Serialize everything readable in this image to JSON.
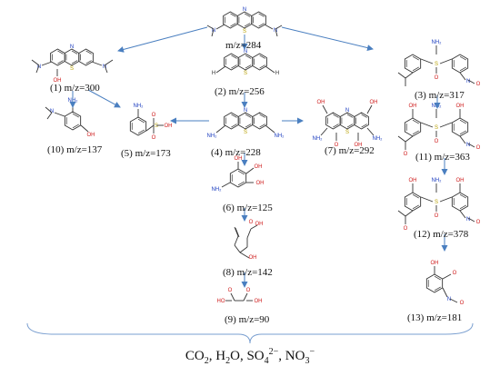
{
  "diagram": {
    "compounds": [
      {
        "id": "mb",
        "label": "m/z=284"
      },
      {
        "id": "c1",
        "label": "(1) m/z=300"
      },
      {
        "id": "c2",
        "label": "(2) m/z=256"
      },
      {
        "id": "c3",
        "label": "(3) m/z=317"
      },
      {
        "id": "c4",
        "label": "(4) m/z=228"
      },
      {
        "id": "c5",
        "label": "(5) m/z=173"
      },
      {
        "id": "c6",
        "label": "(6) m/z=125"
      },
      {
        "id": "c7",
        "label": "(7) m/z=292"
      },
      {
        "id": "c8",
        "label": "(8) m/z=142"
      },
      {
        "id": "c9",
        "label": "(9) m/z=90"
      },
      {
        "id": "c10",
        "label": "(10) m/z=137"
      },
      {
        "id": "c11",
        "label": "(11) m/z=363"
      },
      {
        "id": "c12",
        "label": "(12) m/z=378"
      },
      {
        "id": "c13",
        "label": "(13) m/z=181"
      }
    ],
    "final_products": {
      "co2": "CO",
      "co2_sub": "2",
      "h2o_h": "H",
      "h2o_sub": "2",
      "h2o_o": "O",
      "so4": "SO",
      "so4_sub": "4",
      "so4_sup": "2−",
      "no3": "NO",
      "no3_sub": "3",
      "no3_sup": "−",
      "separator": ", "
    },
    "atom_labels": {
      "N": "N",
      "S": "S",
      "O": "O",
      "OH": "OH",
      "HO": "HO",
      "NH2": "NH₂",
      "H": "H",
      "OHs": "O"
    },
    "colors": {
      "arrow": "#4a7fc0",
      "bond": "#333333",
      "S": "#b8a000",
      "O": "#d02020",
      "N": "#2040c0",
      "brace": "#7a9fd0"
    }
  }
}
